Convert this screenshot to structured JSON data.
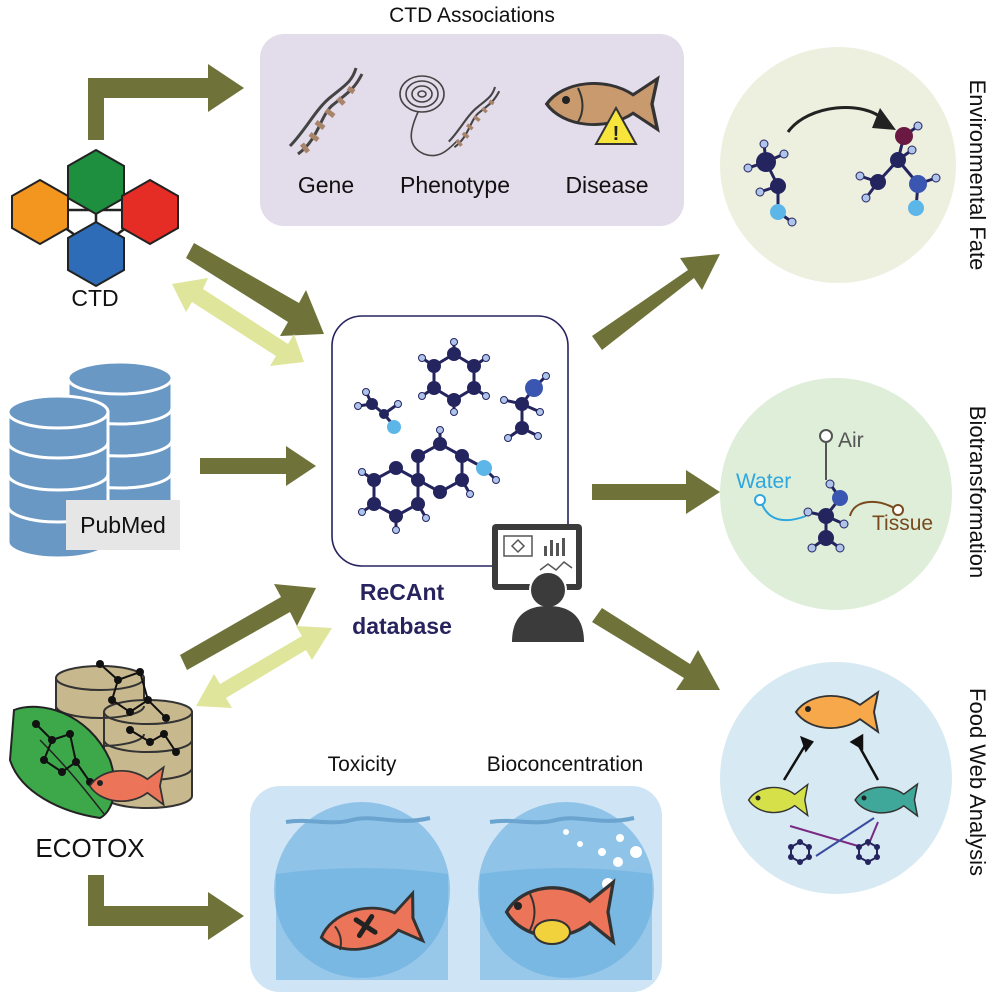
{
  "ctd_panel": {
    "title": "CTD Associations",
    "gene": "Gene",
    "phenotype": "Phenotype",
    "disease": "Disease"
  },
  "sources": {
    "ctd": "CTD",
    "pubmed": "PubMed",
    "ecotox": "ECOTOX"
  },
  "hub": {
    "line1": "ReCAnt",
    "line2": "database"
  },
  "outputs": {
    "environmental_fate": "Environmental Fate",
    "biotransformation": "Biotransformation",
    "food_web": "Food Web Analysis"
  },
  "biotransformation_labels": {
    "air": "Air",
    "water": "Water",
    "tissue": "Tissue"
  },
  "eco_panel": {
    "toxicity": "Toxicity",
    "bioconcentration": "Bioconcentration"
  },
  "colors": {
    "arrow_olive": "#6f733a",
    "arrow_light": "#dfe59a",
    "ctd_panel_bg": "#e3dcea",
    "eco_panel_bg": "#b6d7ee",
    "env_circle": "#eef0df",
    "bio_circle": "#deeed8",
    "food_circle": "#d7eaf3",
    "hub_text": "#26235e",
    "molecule_dark": "#24245f",
    "molecule_light": "#5db6e8",
    "water": "#2ea7e0",
    "tissue": "#7a4a1e",
    "database_blue": "#6a98c4",
    "fish_salmon": "#ec7458",
    "fish_tan": "#c89a6e"
  },
  "icons": [
    "gene-dna-icon",
    "fingerprint-dna-icon",
    "fish-warning-icon",
    "hexagon-network-icon",
    "database-icon",
    "computer-user-icon",
    "leaf-network-icon",
    "fish-icon"
  ]
}
